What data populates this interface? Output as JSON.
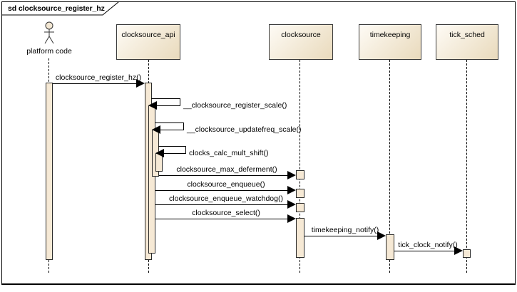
{
  "diagram": {
    "title": "sd clocksource_register_hz",
    "kind": "uml-sequence-diagram"
  },
  "colors": {
    "background": "#ffffff",
    "frame_border": "#000000",
    "participant_gradient_start": "#fefbf5",
    "participant_gradient_end": "#e9dabc",
    "participant_border": "#3a3a3a",
    "activation_fill": "#f6e9d5",
    "activation_border": "#2b2b2b",
    "line": "#000000",
    "text": "#000000"
  },
  "actor": {
    "name": "platform code"
  },
  "participants": [
    {
      "name": "clocksource_api"
    },
    {
      "name": "clocksource"
    },
    {
      "name": "timekeeping"
    },
    {
      "name": "tick_sched"
    }
  ],
  "messages": [
    {
      "label": "clocksource_register_hz()",
      "from": "platform code",
      "to": "clocksource_api",
      "kind": "call"
    },
    {
      "label": "__clocksource_register_scale()",
      "from": "clocksource_api",
      "to": "clocksource_api",
      "kind": "self-call"
    },
    {
      "label": "__clocksource_updatefreq_scale()",
      "from": "clocksource_api",
      "to": "clocksource_api",
      "kind": "self-call"
    },
    {
      "label": "clocks_calc_mult_shift()",
      "from": "clocksource_api",
      "to": "clocksource_api",
      "kind": "self-call"
    },
    {
      "label": "clocksource_max_deferment()",
      "from": "clocksource_api",
      "to": "clocksource",
      "kind": "call"
    },
    {
      "label": "clocksource_enqueue()",
      "from": "clocksource_api",
      "to": "clocksource",
      "kind": "call"
    },
    {
      "label": "clocksource_enqueue_watchdog()",
      "from": "clocksource_api",
      "to": "clocksource",
      "kind": "call"
    },
    {
      "label": "clocksource_select()",
      "from": "clocksource_api",
      "to": "clocksource",
      "kind": "call"
    },
    {
      "label": "timekeeping_notify()",
      "from": "clocksource",
      "to": "timekeeping",
      "kind": "call"
    },
    {
      "label": "tick_clock_notify()",
      "from": "timekeeping",
      "to": "tick_sched",
      "kind": "call"
    }
  ]
}
